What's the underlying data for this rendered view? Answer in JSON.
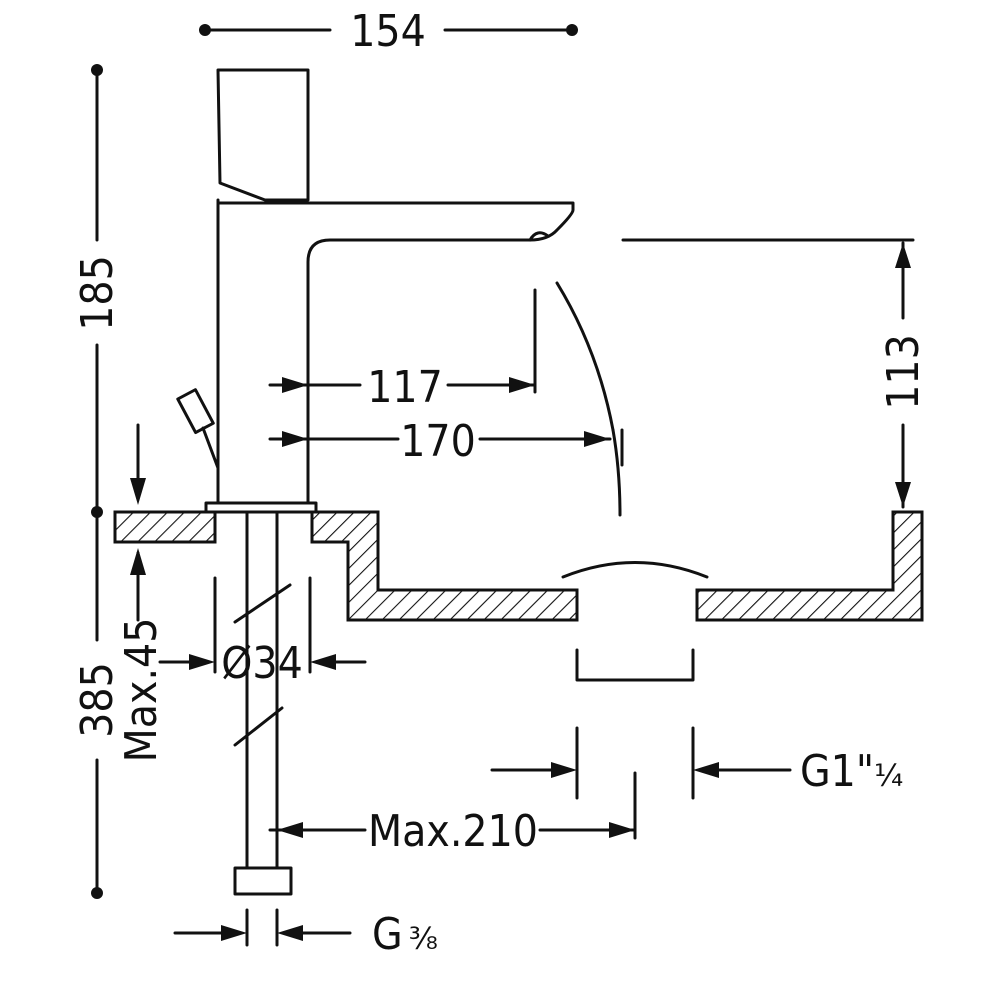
{
  "dimensions": {
    "overall_width": "154",
    "overall_height": "185",
    "spout_height": "113",
    "spout_reach": "117",
    "stream_reach": "170",
    "total_length": "385",
    "max_deck_thickness": "Max.45",
    "hole_diameter": "Ø34",
    "max_drain_distance": "Max.210",
    "drain_thread_main": "G1\"",
    "drain_thread_fraction": "¼",
    "supply_thread_main": "G",
    "supply_thread_fraction": "⅜"
  }
}
